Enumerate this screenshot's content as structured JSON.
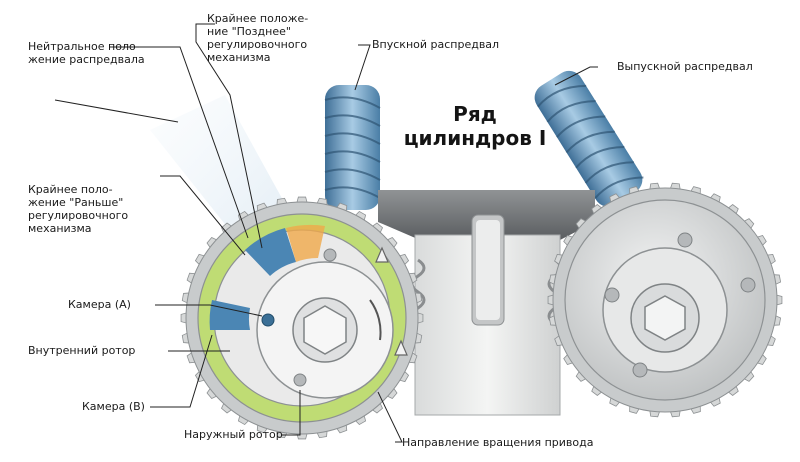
{
  "labels": {
    "neutral": [
      "Нейтральное поло-",
      "жение распредвала"
    ],
    "late": [
      "Крайнее положе-",
      "ние \"Позднее\"",
      "регулировочного",
      "механизма"
    ],
    "early": [
      "Крайнее поло-",
      "жение \"Раньше\"",
      "регулировочного",
      "механизма"
    ],
    "intake_cam": "Впускной распредвал",
    "exhaust_cam": "Выпускной распредвал",
    "bank": [
      "Ряд",
      "цилиндров I"
    ],
    "chamber_a": "Камера (A)",
    "inner_rotor": "Внутренний ротор",
    "chamber_b": "Камера (B)",
    "outer_rotor": "Наружный ротор",
    "drive_direction": "Направление вращения привода"
  },
  "colors": {
    "gear": "#d6d8d8",
    "gear_edge": "#8d9193",
    "chamber_blue": "#4b86b4",
    "chamber_green": "#b9d96a",
    "cam_blue": "#6fa3c8",
    "head_block": "#e6e7e6",
    "block_dark": "#6a6d70"
  }
}
